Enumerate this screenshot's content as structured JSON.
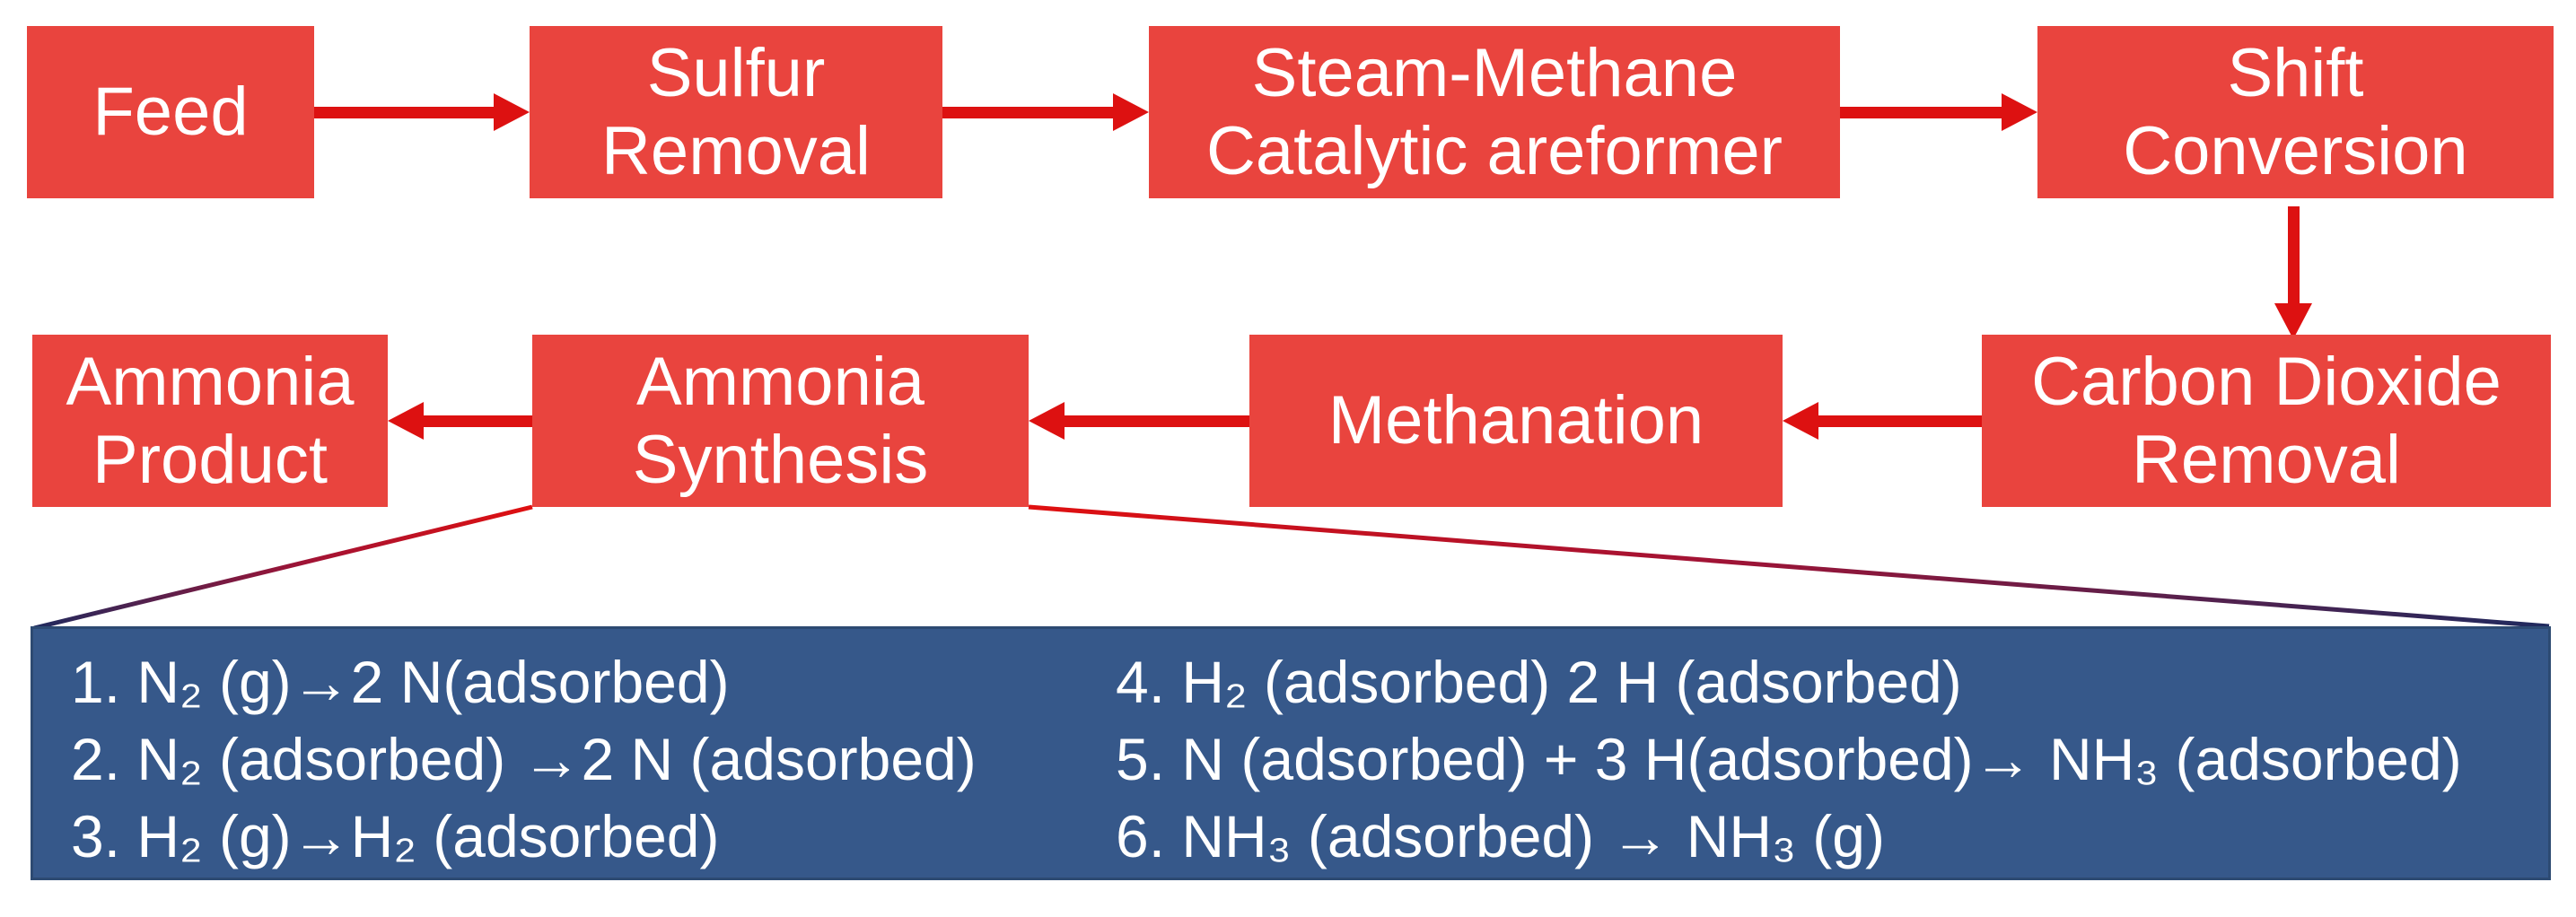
{
  "colors": {
    "box_red": "#e9443e",
    "arrow_red": "#dd1111",
    "callout_red": "#e01010",
    "callout_mid": "#a11335",
    "callout_navy": "#1f2a5e",
    "panel_blue": "#36588a",
    "panel_border": "#2d4a72",
    "label_text": "#ffffff",
    "page_bg": "#ffffff"
  },
  "flow": {
    "row1": [
      {
        "label": "Feed"
      },
      {
        "label": "Sulfur\nRemoval"
      },
      {
        "label": "Steam-Methane\nCatalytic areformer"
      },
      {
        "label": "Shift\nConversion"
      }
    ],
    "row2": [
      {
        "label": "Ammonia\nProduct"
      },
      {
        "label": "Ammonia\nSynthesis"
      },
      {
        "label": "Methanation"
      },
      {
        "label": "Carbon Dioxide\nRemoval"
      }
    ]
  },
  "reactions": {
    "left": [
      "1. N₂ (g)→2 N(adsorbed)",
      "2. N₂ (adsorbed) →2 N (adsorbed)",
      "3. H₂ (g)→H₂ (adsorbed)"
    ],
    "right": [
      "4. H₂ (adsorbed) 2 H (adsorbed)",
      "5. N (adsorbed) + 3 H(adsorbed)→ NH₃ (adsorbed)",
      "6. NH₃ (adsorbed) → NH₃ (g)"
    ]
  }
}
